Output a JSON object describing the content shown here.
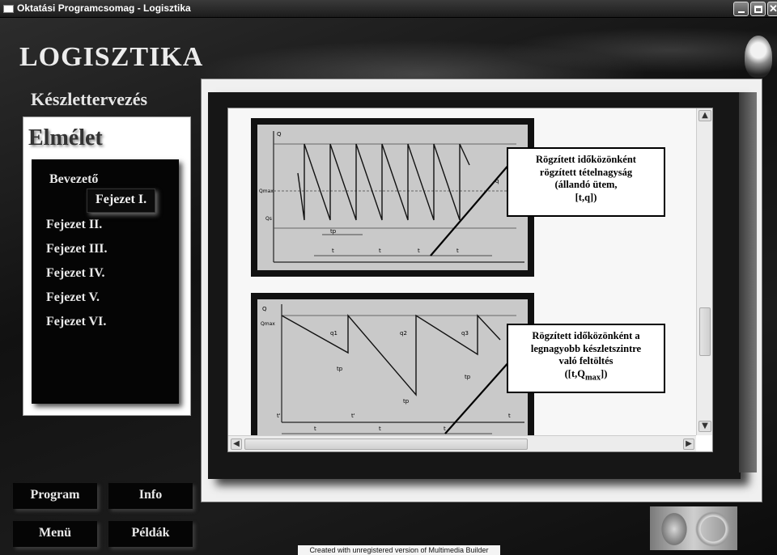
{
  "window": {
    "title": "Oktatási Programcsomag - Logisztika"
  },
  "header": {
    "brand": "LOGISZTIKA",
    "section": "Készlettervezés"
  },
  "left_panel": {
    "heading": "Elmélet",
    "menu": [
      {
        "label": "Bevezető",
        "active": false
      },
      {
        "label": "Fejezet I.",
        "active": true
      },
      {
        "label": "Fejezet II.",
        "active": false
      },
      {
        "label": "Fejezet III.",
        "active": false
      },
      {
        "label": "Fejezet IV.",
        "active": false
      },
      {
        "label": "Fejezet V.",
        "active": false
      },
      {
        "label": "Fejezet VI.",
        "active": false
      }
    ]
  },
  "nav_buttons": {
    "program": "Program",
    "info": "Info",
    "menu": "Menü",
    "examples": "Példák"
  },
  "diagram1": {
    "callout_lines": [
      "Rögzített időközönként",
      "rögzített tételnagyság",
      "(állandó ütem,",
      "[t,q])"
    ],
    "labels": {
      "y_axis": "Q",
      "q_max": "Qmax",
      "q_s": "Qs",
      "t_p": "tp",
      "q": "q",
      "t": "t"
    }
  },
  "diagram2": {
    "callout_lines": [
      "Rögzített időközönként a",
      "legnagyobb készletszintre",
      "való feltöltés",
      "([t,Q",
      "max",
      "])"
    ],
    "labels": {
      "y_axis": "Q",
      "q_max": "Qmax",
      "q1": "q1",
      "q2": "q2",
      "q3": "q3",
      "t_p": "tp",
      "t_prime": "t'",
      "t": "t"
    }
  },
  "footer": {
    "note": "Created with unregistered version of Multimedia Builder"
  },
  "colors": {
    "background": "#1a1a1a",
    "panel": "#ffffff",
    "menu_box": "#050505",
    "diagram_plot": "#c9c9c9"
  },
  "icons": {
    "app": "app-window-icon",
    "minimize": "minimize-icon",
    "maximize": "maximize-icon",
    "close": "close-icon",
    "corner_logo": "trophy-logo-icon"
  }
}
